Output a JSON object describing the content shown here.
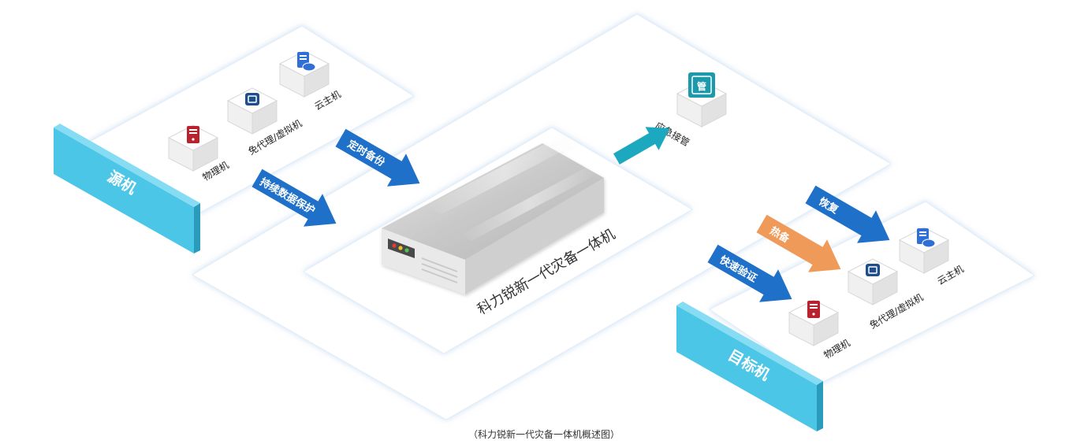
{
  "source": {
    "label": "源机",
    "items": [
      {
        "label": "物理机",
        "icon": "physical-server-icon",
        "color": "#b8232f"
      },
      {
        "label": "免代理/虚拟机",
        "icon": "virtual-machine-icon",
        "color": "#1f4e8c"
      },
      {
        "label": "云主机",
        "icon": "cloud-host-icon",
        "color": "#2f6fd6"
      }
    ]
  },
  "target": {
    "label": "目标机",
    "items": [
      {
        "label": "物理机",
        "icon": "physical-server-icon",
        "color": "#b8232f"
      },
      {
        "label": "免代理/虚拟机",
        "icon": "virtual-machine-icon",
        "color": "#1f4e8c"
      },
      {
        "label": "云主机",
        "icon": "cloud-host-icon",
        "color": "#2f6fd6"
      }
    ]
  },
  "appliance": {
    "label": "科力锐新一代灾备一体机"
  },
  "takeover": {
    "label": "应急接管",
    "icon_char": "管",
    "icon": "takeover-icon"
  },
  "arrows": {
    "scheduled_backup": "定时备份",
    "continuous_protection": "持续数据保护",
    "restore": "恢复",
    "hot_standby": "热备",
    "quick_verify": "快速验证"
  },
  "caption": "（科力锐新一代灾备一体机概述图）",
  "colors": {
    "wall": "#4cc6e6",
    "arrow_blue": "#1f70c9",
    "arrow_orange": "#f09a5a",
    "arrow_teal": "#1ca8bf"
  }
}
